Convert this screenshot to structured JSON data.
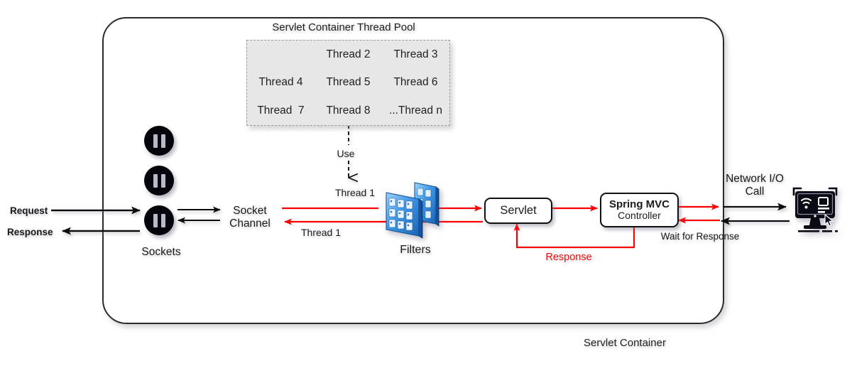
{
  "diagram": {
    "container": {
      "caption": "Servlet Container"
    },
    "thread_pool": {
      "title": "Servlet Container Thread Pool",
      "threads": [
        "",
        "Thread 2",
        "Thread 3",
        "Thread 4",
        "Thread 5",
        "Thread 6",
        "Thread  7",
        "Thread 8",
        "...Thread n"
      ]
    },
    "labels": {
      "request": "Request",
      "response": "Response",
      "sockets": "Sockets",
      "socket_channel_line1": "Socket",
      "socket_channel_line2": "Channel",
      "use": "Use",
      "thread1_top": "Thread 1",
      "thread1_bottom": "Thread 1",
      "filters": "Filters",
      "response_red": "Response",
      "wait_for_response": "Wait for Response",
      "network_line1": "Network I/O",
      "network_line2": "Call"
    },
    "nodes": {
      "servlet": "Servlet",
      "spring_mvc": "Spring MVC",
      "controller": "Controller"
    },
    "colors": {
      "flow_red": "#FF0000",
      "flow_black": "#111111",
      "pool_fill": "#E7E7E7",
      "pool_border": "#9A9A9A",
      "container_border": "#2B2B2B",
      "filter_blue": "#2E8BE0",
      "monitor_dark": "#0B0B16"
    }
  }
}
